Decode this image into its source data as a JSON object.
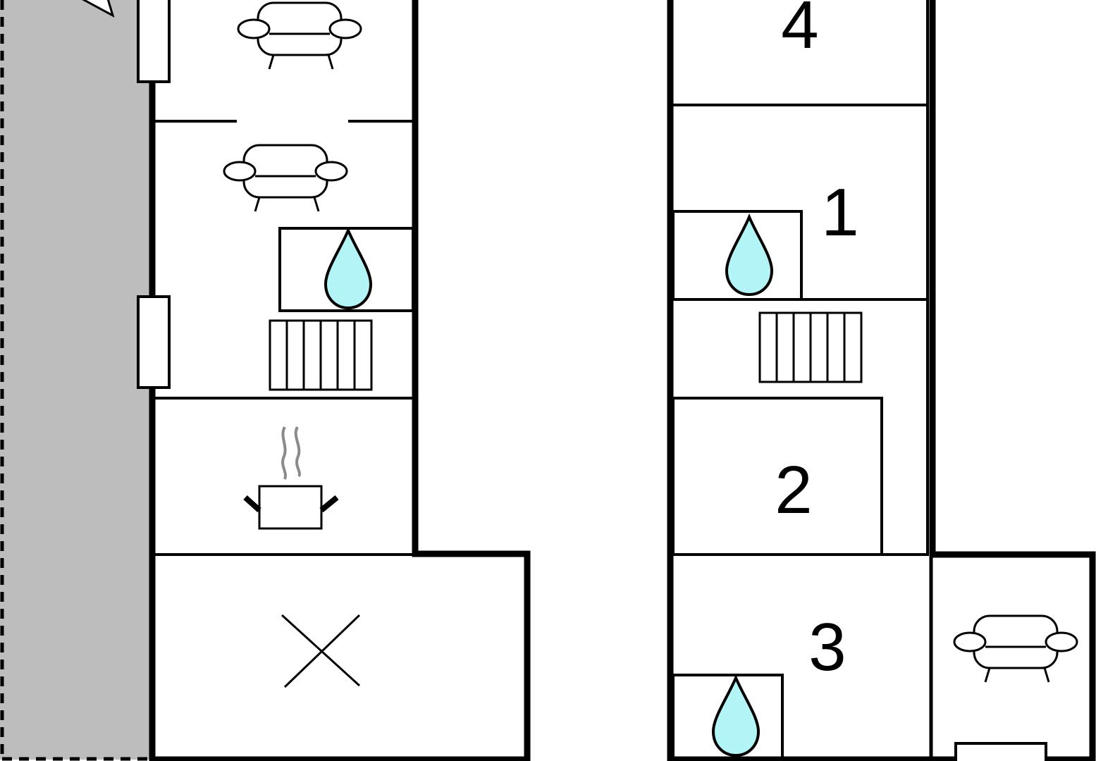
{
  "colors": {
    "wall": "#000000",
    "terrace": "#bdbdbd",
    "water_drop": "#b3f5f7",
    "steam": "#8a8a8a",
    "background": "#ffffff"
  },
  "left_building": {
    "rooms": [
      {
        "kind": "living-room",
        "icon": "sofa-icon"
      },
      {
        "kind": "living-room",
        "icon": "sofa-icon"
      },
      {
        "kind": "bathroom",
        "icon": "water-drop-icon"
      },
      {
        "kind": "stairs",
        "icon": "stairs-icon"
      },
      {
        "kind": "kitchen",
        "icon": "cooking-pot-icon"
      },
      {
        "kind": "open-area",
        "icon": "x-mark-icon"
      }
    ]
  },
  "right_building": {
    "rooms": [
      {
        "kind": "bedroom",
        "label": "4"
      },
      {
        "kind": "bedroom",
        "label": "1"
      },
      {
        "kind": "bathroom",
        "icon": "water-drop-icon"
      },
      {
        "kind": "stairs",
        "icon": "stairs-icon"
      },
      {
        "kind": "bedroom",
        "label": "2"
      },
      {
        "kind": "bedroom",
        "label": "3"
      },
      {
        "kind": "bathroom",
        "icon": "water-drop-icon"
      },
      {
        "kind": "living-room",
        "icon": "sofa-icon"
      }
    ]
  }
}
